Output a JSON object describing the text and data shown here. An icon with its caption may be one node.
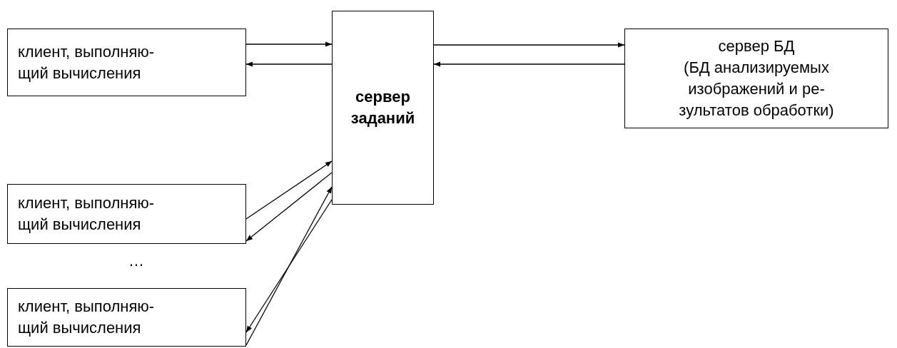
{
  "diagram": {
    "nodes": [
      {
        "text": [
          "клиент, выполняю- щий вычисления"
        ]
      },
      {
        "text": [
          "сервер заданий"
        ]
      },
      {
        "text": [
          "сервер БД",
          "(БД анализируемых изображений и ре- зультатов обработки)"
        ]
      },
      {
        "text": [
          "клиент, выполняю- щий вычисления"
        ]
      },
      {
        "text": [
          "клиент, выполняю- щий вычисления"
        ]
      }
    ],
    "edges": [
      {
        "from": 0,
        "to": 1,
        "arrow": "to"
      },
      {
        "from": 1,
        "to": 0,
        "arrow": "to"
      },
      {
        "from": 1,
        "to": 2,
        "arrow": "to"
      },
      {
        "from": 2,
        "to": 1,
        "arrow": "to"
      },
      {
        "from": 3,
        "to": 1,
        "arrow": "to"
      },
      {
        "from": 1,
        "to": 3,
        "arrow": "to"
      },
      {
        "from": 4,
        "to": 1,
        "arrow": "to"
      },
      {
        "from": 1,
        "to": 4,
        "arrow": "to"
      }
    ],
    "labels": [
      "…"
    ]
  }
}
